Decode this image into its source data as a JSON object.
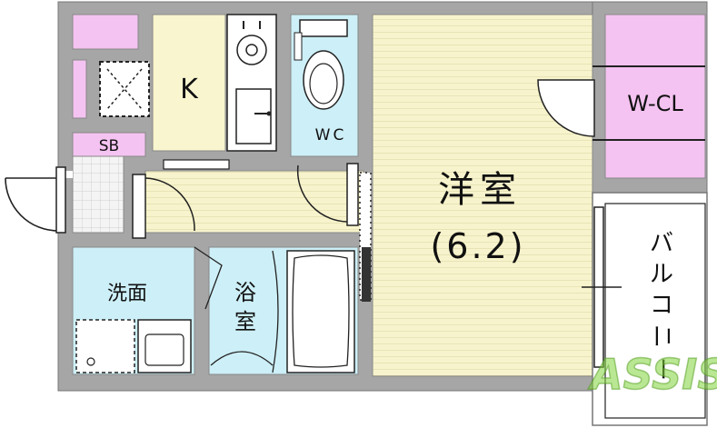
{
  "floorplan": {
    "rooms": {
      "kitchen": "K",
      "wc": "WC",
      "western_room": "洋室",
      "western_room_size": "(6.2)",
      "walk_in_closet": "W-CL",
      "shoe_box": "SB",
      "washroom": "洗面",
      "bathroom_line1": "浴",
      "bathroom_line2": "室",
      "balcony": [
        "バ",
        "ル",
        "コ",
        "ニ",
        "ー"
      ]
    },
    "watermark": "ASSIST",
    "colors": {
      "wall": "#a6a6a6",
      "floor_room": "#f7f3cc",
      "wet_area": "#cdeff7",
      "storage": "#f4c3f1",
      "kitchen_floor": "#f8f5cf",
      "hall_floor": "#f7f3cc",
      "watermark": "#7fd43a"
    }
  }
}
